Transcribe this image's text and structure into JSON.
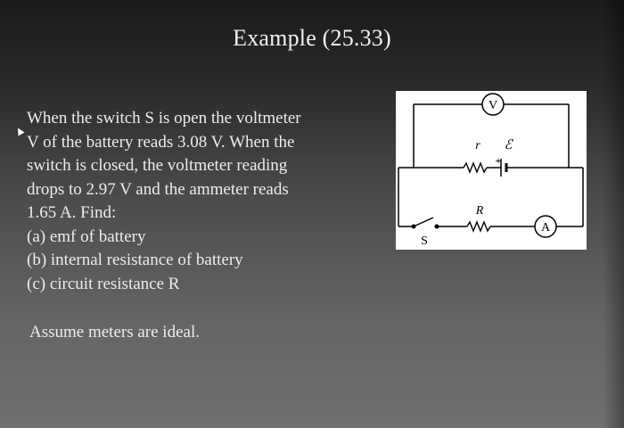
{
  "slide": {
    "title": "Example (25.33)",
    "problem_lines": [
      "When the switch S is open the voltmeter",
      "V of the battery reads 3.08 V. When the",
      "switch is closed, the voltmeter reading",
      "drops to 2.97 V and the ammeter reads",
      "1.65 A. Find:",
      "(a) emf of battery",
      "(b) internal resistance of battery",
      "(c) circuit resistance R"
    ],
    "note": "Assume meters are ideal."
  },
  "circuit": {
    "voltmeter_label": "V",
    "ammeter_label": "A",
    "internal_resistance_label": "r",
    "emf_label": "ℰ",
    "polarity_label": "+",
    "load_resistance_label": "R",
    "switch_label": "S"
  }
}
